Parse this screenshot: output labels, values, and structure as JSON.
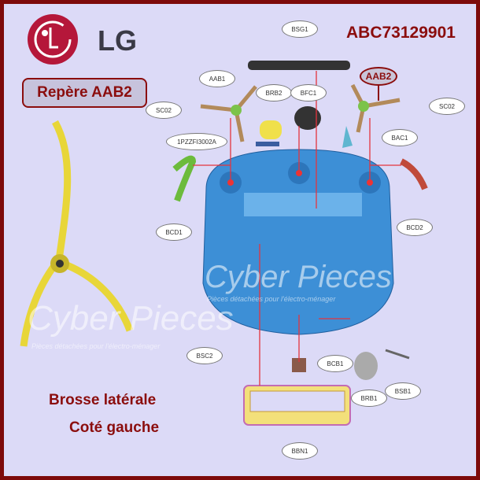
{
  "brand": "LG",
  "part_number": "ABC73129901",
  "marker": "Repère AAB2",
  "description": {
    "line1": "Brosse latérale",
    "line2": "Coté gauche"
  },
  "watermark": {
    "name": "Cyber Pieces",
    "tagline": "Pièces détachées pour l'électro-ménager"
  },
  "labels": {
    "bsg1": "BSG1",
    "aab1": "AAB1",
    "brb2": "BRB2",
    "bfc1": "BFC1",
    "aab2": "AAB2",
    "sc02_left": "SC02",
    "sc02_right": "SC02",
    "pzz": "1PZZFI3002A",
    "bac1": "BAC1",
    "bcd1": "BCD1",
    "bcd2": "BCD2",
    "bsc2": "BSC2",
    "bcb1": "BCB1",
    "brb1": "BRB1",
    "bsb1": "BSB1",
    "bbn1": "BBN1"
  },
  "colors": {
    "border": "#7d0a0a",
    "accent": "#8b0d0d",
    "background": "#dcdaf7",
    "chassis": "#3d8fd6"
  }
}
